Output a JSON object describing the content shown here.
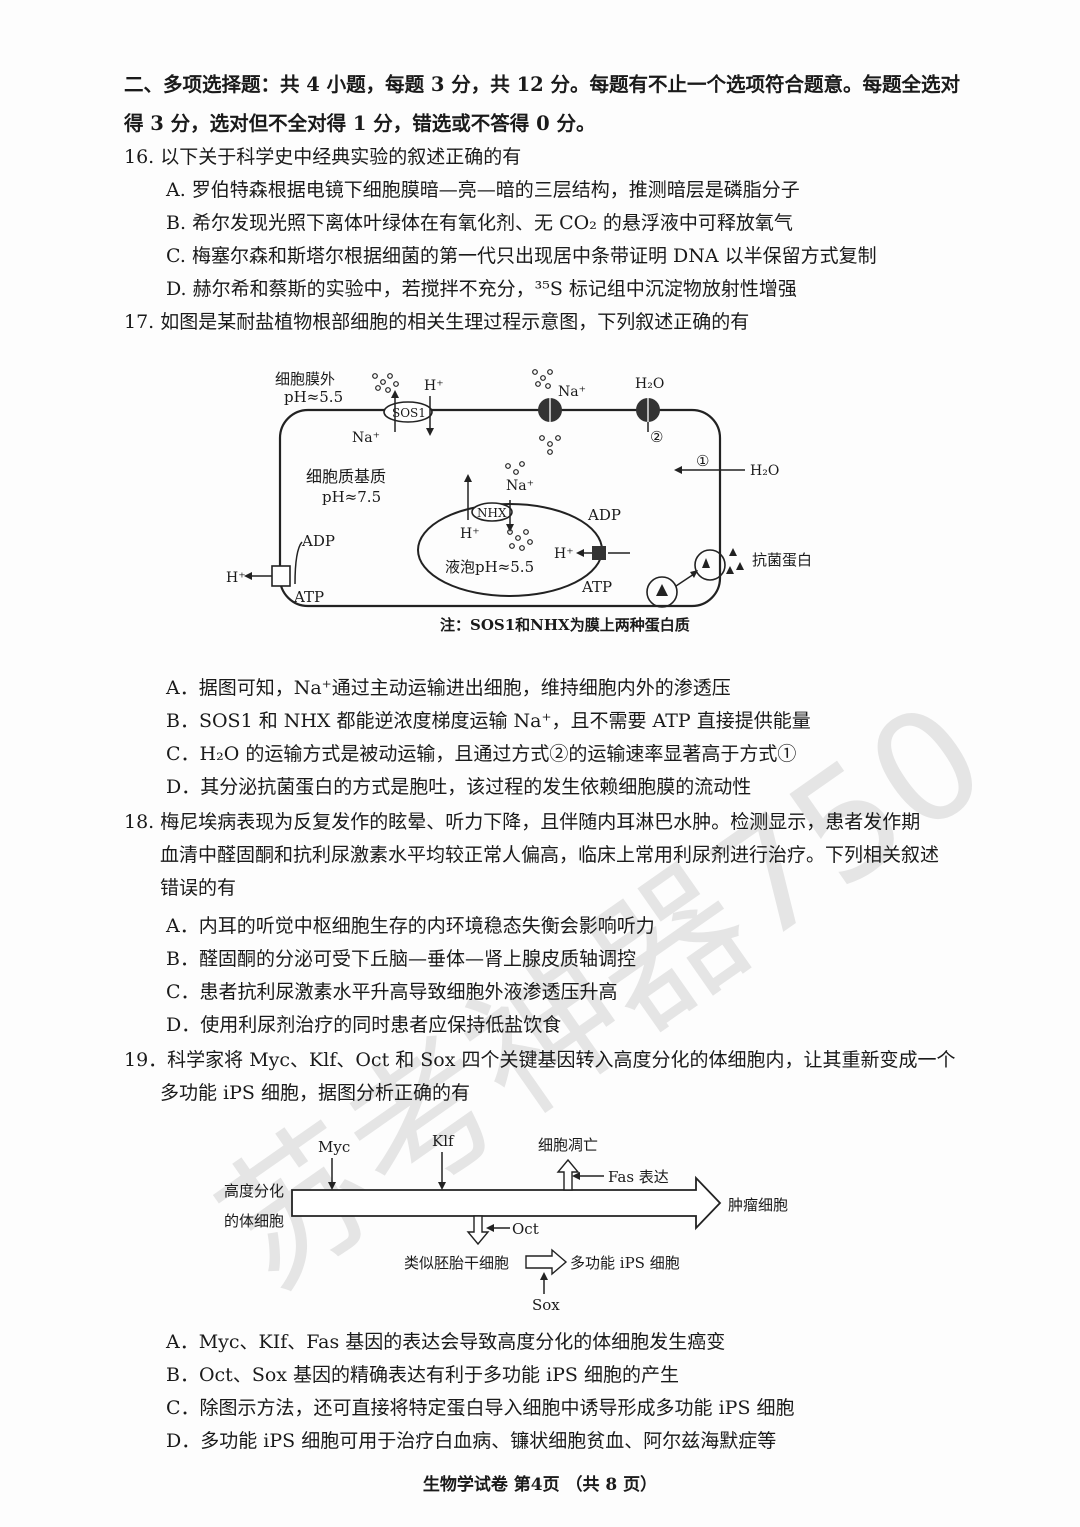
{
  "section": {
    "heading_l1": "二、多项选择题：共 4 小题，每题 3 分，共 12 分。每题有不止一个选项符合题意。每题全选对",
    "heading_l2": "得 3 分，选对但不全对得 1 分，错选或不答得 0 分。"
  },
  "q16": {
    "stem": "16. 以下关于科学史中经典实验的叙述正确的有",
    "A": "A. 罗伯特森根据电镜下细胞膜暗—亮—暗的三层结构，推测暗层是磷脂分子",
    "B": "B. 希尔发现光照下离体叶绿体在有氧化剂、无 CO₂ 的悬浮液中可释放氧气",
    "C": "C. 梅塞尔森和斯塔尔根据细菌的第一代只出现居中条带证明 DNA 以半保留方式复制",
    "D": "D. 赫尔希和蔡斯的实验中，若搅拌不充分，³⁵S 标记组中沉淀物放射性增强"
  },
  "q17": {
    "stem": "17. 如图是某耐盐植物根部细胞的相关生理过程示意图，下列叙述正确的有",
    "diagram": {
      "outside_label": "细胞膜外",
      "outside_ph": "pH≈5.5",
      "cytoplasm_label": "细胞质基质",
      "cytoplasm_ph": "pH≈7.5",
      "vacuole_label": "液泡pH≈5.5",
      "sos1": "SOS1",
      "nhx": "NHX",
      "hplus": "H⁺",
      "naplus": "Na⁺",
      "h2o": "H₂O",
      "adp": "ADP",
      "atp": "ATP",
      "circle1": "①",
      "circle2": "②",
      "antibacterial": "抗菌蛋白",
      "note": "注：SOS1和NHX为膜上两种蛋白质"
    },
    "A": "A．据图可知，Na⁺通过主动运输进出细胞，维持细胞内外的渗透压",
    "B": "B．SOS1 和 NHX 都能逆浓度梯度运输 Na⁺，且不需要 ATP 直接提供能量",
    "C": "C．H₂O 的运输方式是被动运输，且通过方式②的运输速率显著高于方式①",
    "D": "D．其分泌抗菌蛋白的方式是胞吐，该过程的发生依赖细胞膜的流动性"
  },
  "q18": {
    "stem_l1": "18. 梅尼埃病表现为反复发作的眩晕、听力下降，且伴随内耳淋巴水肿。检测显示，患者发作期",
    "stem_l2": "血清中醛固酮和抗利尿激素水平均较正常人偏高，临床上常用利尿剂进行治疗。下列相关叙述",
    "stem_l3": "错误的有",
    "A": "A．内耳的听觉中枢细胞生存的内环境稳态失衡会影响听力",
    "B": "B．醛固酮的分泌可受下丘脑—垂体—肾上腺皮质轴调控",
    "C": "C．患者抗利尿激素水平升高导致细胞外液渗透压升高",
    "D": "D．使用利尿剂治疗的同时患者应保持低盐饮食"
  },
  "q19": {
    "stem_l1": "19．科学家将 Myc、Klf、Oct 和 Sox 四个关键基因转入高度分化的体细胞内，让其重新变成一个",
    "stem_l2": "多功能 iPS 细胞，据图分析正确的有",
    "diagram": {
      "myc": "Myc",
      "klf": "Klf",
      "apoptosis": "细胞凋亡",
      "fas": "Fas 表达",
      "start_l1": "高度分化",
      "start_l2": "的体细胞",
      "tumor": "肿瘤细胞",
      "oct": "Oct",
      "embryonic": "类似胚胎干细胞",
      "ips": "多功能 iPS 细胞",
      "sox": "Sox"
    },
    "A": "A．Myc、KIf、Fas 基因的表达会导致高度分化的体细胞发生癌变",
    "B": "B．Oct、Sox 基因的精确表达有利于多功能 iPS 细胞的产生",
    "C": "C．除图示方法，还可直接将特定蛋白导入细胞中诱导形成多功能 iPS 细胞",
    "D": "D．多功能 iPS 细胞可用于治疗白血病、镰状细胞贫血、阿尔兹海默症等"
  },
  "footer": "生物学试卷 第4页 （共 8 页）",
  "watermark": "苏考神器750"
}
